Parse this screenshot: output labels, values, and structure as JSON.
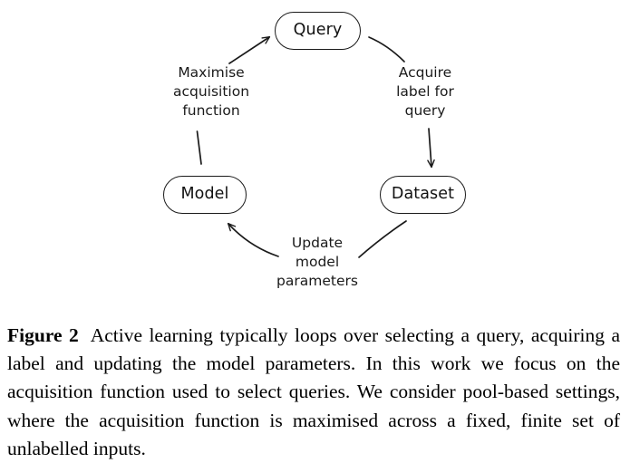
{
  "figure": {
    "caption_label": "Figure 2",
    "caption_text": "Active learning typically loops over selecting a query, acquiring a label and updating the model parameters. In this work we focus on the acquisition function used to select queries. We consider pool-based settings, where the acquisition function is maximised across a fixed, finite set of unlabelled inputs."
  },
  "diagram": {
    "nodes": [
      {
        "id": "query",
        "label": "Query"
      },
      {
        "id": "model",
        "label": "Model"
      },
      {
        "id": "dataset",
        "label": "Dataset"
      }
    ],
    "edge_labels": [
      {
        "id": "maximise",
        "label": "Maximise\nacquisition\nfunction"
      },
      {
        "id": "acquire",
        "label": "Acquire\nlabel for\nquery"
      },
      {
        "id": "update",
        "label": "Update\nmodel\nparameters"
      }
    ],
    "colors": {
      "stroke": "#1a1a1a",
      "text": "#111111",
      "background": "#ffffff"
    }
  }
}
